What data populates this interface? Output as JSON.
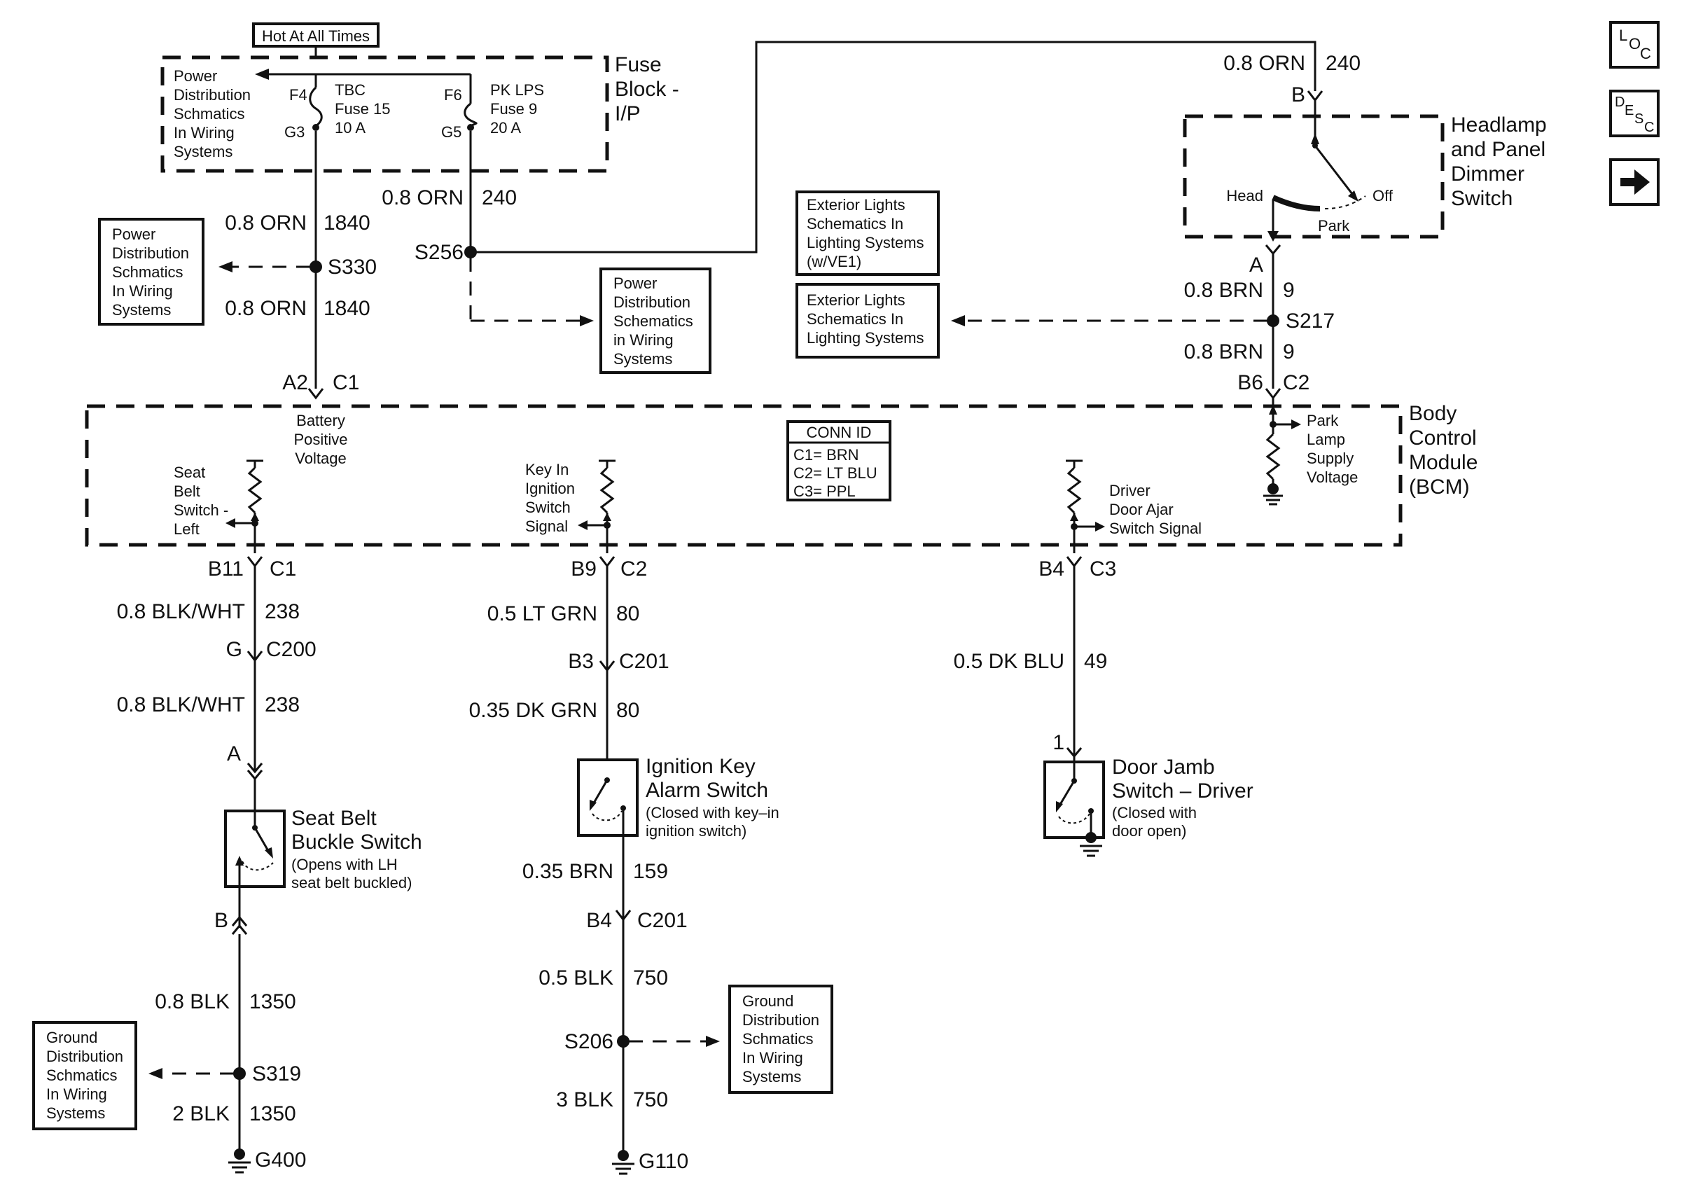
{
  "hot_label": "Hot At All Times",
  "fuse_block": {
    "title": [
      "Fuse",
      "Block -",
      "I/P"
    ],
    "pds_note": [
      "Power",
      "Distribution",
      "Schmatics",
      "In Wiring",
      "Systems"
    ],
    "f4": {
      "id": "F4",
      "name": "TBC",
      "fuse": "Fuse 15",
      "amps": "10 A",
      "term": "G3"
    },
    "f6": {
      "id": "F6",
      "name": "PK LPS",
      "fuse": "Fuse 9",
      "amps": "20 A",
      "term": "G5"
    }
  },
  "wires": {
    "w240_gauge": "0.8 ORN",
    "w240_num": "240",
    "w1840a_gauge": "0.8 ORN",
    "w1840a_num": "1840",
    "w1840b_gauge": "0.8 ORN",
    "w1840b_num": "1840",
    "w240top_gauge": "0.8 ORN",
    "w240top_num": "240",
    "w9a_gauge": "0.8 BRN",
    "w9a_num": "9",
    "w9b_gauge": "0.8 BRN",
    "w9b_num": "9",
    "w238a_gauge": "0.8 BLK/WHT",
    "w238a_num": "238",
    "w238b_gauge": "0.8 BLK/WHT",
    "w238b_num": "238",
    "w80a_gauge": "0.5 LT GRN",
    "w80a_num": "80",
    "w80b_gauge": "0.35 DK GRN",
    "w80b_num": "80",
    "w159_gauge": "0.35 BRN",
    "w159_num": "159",
    "w49_gauge": "0.5 DK BLU",
    "w49_num": "49",
    "w750a_gauge": "0.5 BLK",
    "w750a_num": "750",
    "w750b_gauge": "3 BLK",
    "w750b_num": "750",
    "w1350a_gauge": "0.8 BLK",
    "w1350a_num": "1350",
    "w1350b_gauge": "2 BLK",
    "w1350b_num": "1350"
  },
  "splices": {
    "s330": "S330",
    "s256": "S256",
    "s217": "S217",
    "s206": "S206",
    "s319": "S319"
  },
  "grounds": {
    "g400": "G400",
    "g110": "G110"
  },
  "ref_boxes": {
    "pds_left": [
      "Power",
      "Distribution",
      "Schmatics",
      "In Wiring",
      "Systems"
    ],
    "pds_center": [
      "Power",
      "Distribution",
      "Schematics",
      "in Wiring",
      "Systems"
    ],
    "ext_ve1": [
      "Exterior Lights",
      "Schematics In",
      "Lighting Systems",
      "(w/VE1)"
    ],
    "ext": [
      "Exterior Lights",
      "Schematics In",
      "Lighting Systems"
    ],
    "gds_left": [
      "Ground",
      "Distribution",
      "Schmatics",
      "In Wiring",
      "Systems"
    ],
    "gds_right": [
      "Ground",
      "Distribution",
      "Schmatics",
      "In Wiring",
      "Systems"
    ]
  },
  "headlamp": {
    "title": [
      "Headlamp",
      "and Panel",
      "Dimmer",
      "Switch"
    ],
    "pos_head": "Head",
    "pos_off": "Off",
    "pos_park": "Park",
    "pin_b": "B",
    "pin_a": "A"
  },
  "bcm": {
    "title": [
      "Body",
      "Control",
      "Module",
      "(BCM)"
    ],
    "battery": [
      "Battery",
      "Positive",
      "Voltage"
    ],
    "seat_belt": [
      "Seat",
      "Belt",
      "Switch -",
      "Left"
    ],
    "key_in": [
      "Key In",
      "Ignition",
      "Switch",
      "Signal"
    ],
    "door": [
      "Driver",
      "Door Ajar",
      "Switch Signal"
    ],
    "park": [
      "Park",
      "Lamp",
      "Supply",
      "Voltage"
    ],
    "conn_id_title": "CONN ID",
    "conn_id": [
      "C1= BRN",
      "C2= LT BLU",
      "C3= PPL"
    ]
  },
  "connectors": {
    "a2": "A2",
    "c1a": "C1",
    "b6": "B6",
    "c2a": "C2",
    "b11": "B11",
    "c1b": "C1",
    "b9": "B9",
    "c2b": "C2",
    "b4a": "B4",
    "c3": "C3",
    "g": "G",
    "c200": "C200",
    "b3": "B3",
    "c201a": "C201",
    "a_sb": "A",
    "b_sb": "B",
    "b4b": "B4",
    "c201b": "C201",
    "pin1": "1"
  },
  "components": {
    "seat_belt": [
      "Seat Belt",
      "Buckle Switch"
    ],
    "seat_belt_note": [
      "(Opens with LH",
      "seat belt buckled)"
    ],
    "ign_key": [
      "Ignition Key",
      "Alarm Switch"
    ],
    "ign_key_note": [
      "(Closed with key–in",
      "ignition switch)"
    ],
    "door_jamb": [
      "Door Jamb",
      "Switch – Driver"
    ],
    "door_jamb_note": [
      "(Closed with",
      "door open)"
    ]
  },
  "nav": {
    "loc": "LOC",
    "desc": "DESC",
    "next": "next-arrow"
  }
}
